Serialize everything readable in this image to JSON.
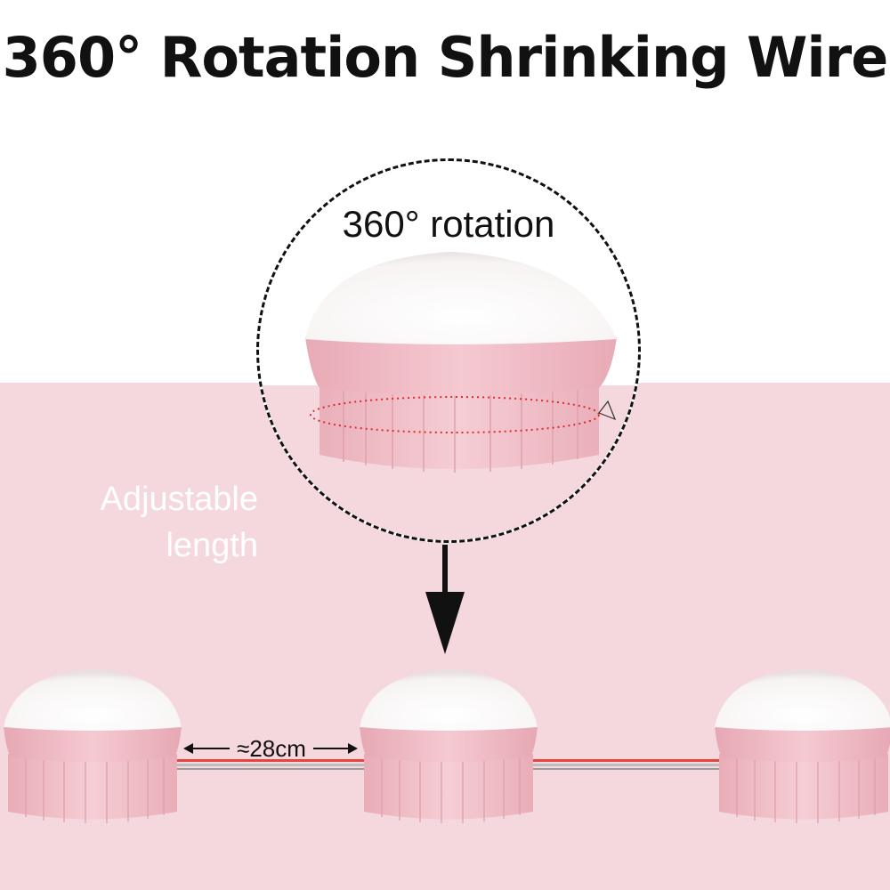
{
  "title": "360° Rotation Shrinking Wire",
  "callout": {
    "label": "360° rotation"
  },
  "side_label": {
    "line1": "Adjustable",
    "line2": "length"
  },
  "spacing": {
    "label": "≈28cm"
  },
  "colors": {
    "background_pink": "#f5d8de",
    "lamp_pink": "#f2bfc9",
    "lamp_white": "#ffffff",
    "wire_red": "#e2463f",
    "arrow_black": "#111111"
  }
}
